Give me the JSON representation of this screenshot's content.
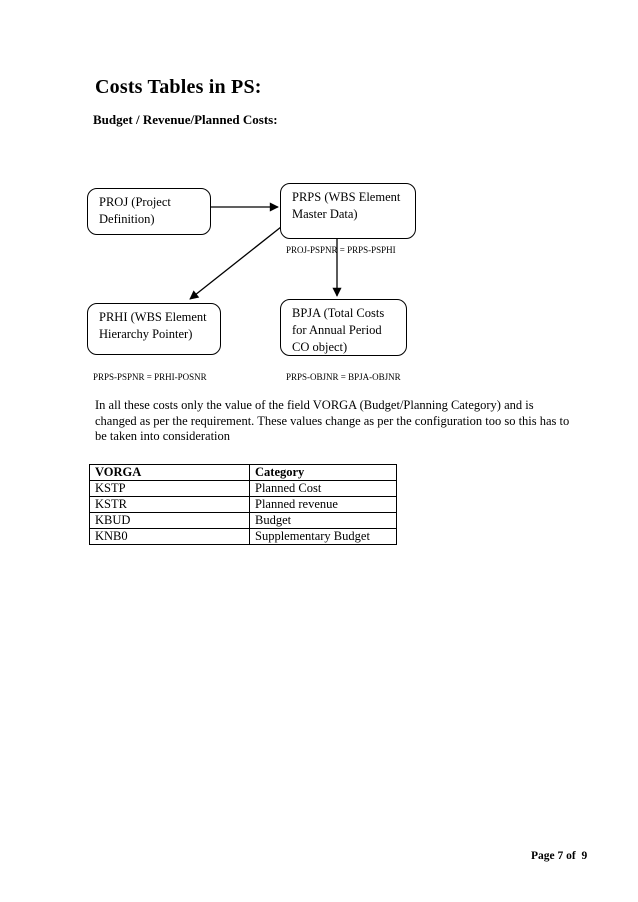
{
  "page": {
    "title": "Costs Tables in PS:",
    "subtitle": "Budget / Revenue/Planned Costs:",
    "footer": "Page 7 of  9"
  },
  "diagram": {
    "boxes": {
      "proj": "PROJ (Project Definition)",
      "prps": "PRPS (WBS Element Master Data)",
      "prhi": "PRHI (WBS Element Hierarchy Pointer)",
      "bpja": "BPJA (Total Costs for Annual Period CO object)"
    },
    "relations": {
      "proj_prps": "PROJ-PSPNR = PRPS-PSPHI",
      "prps_prhi": "PRPS-PSPNR = PRHI-POSNR",
      "prps_bpja": "PRPS-OBJNR = BPJA-OBJNR"
    }
  },
  "paragraph": "In all these costs only the value of the field VORGA (Budget/Planning Category) and is changed as per the requirement. These values change as per the configuration too so this has to be taken into consideration",
  "table": {
    "headers": [
      "VORGA",
      "Category"
    ],
    "rows": [
      [
        "KSTP",
        "Planned Cost"
      ],
      [
        "KSTR",
        "Planned revenue"
      ],
      [
        "KBUD",
        "Budget"
      ],
      [
        "KNB0",
        "Supplementary Budget"
      ]
    ]
  },
  "colors": {
    "text": "#000000",
    "background": "#ffffff",
    "line": "#000000"
  }
}
